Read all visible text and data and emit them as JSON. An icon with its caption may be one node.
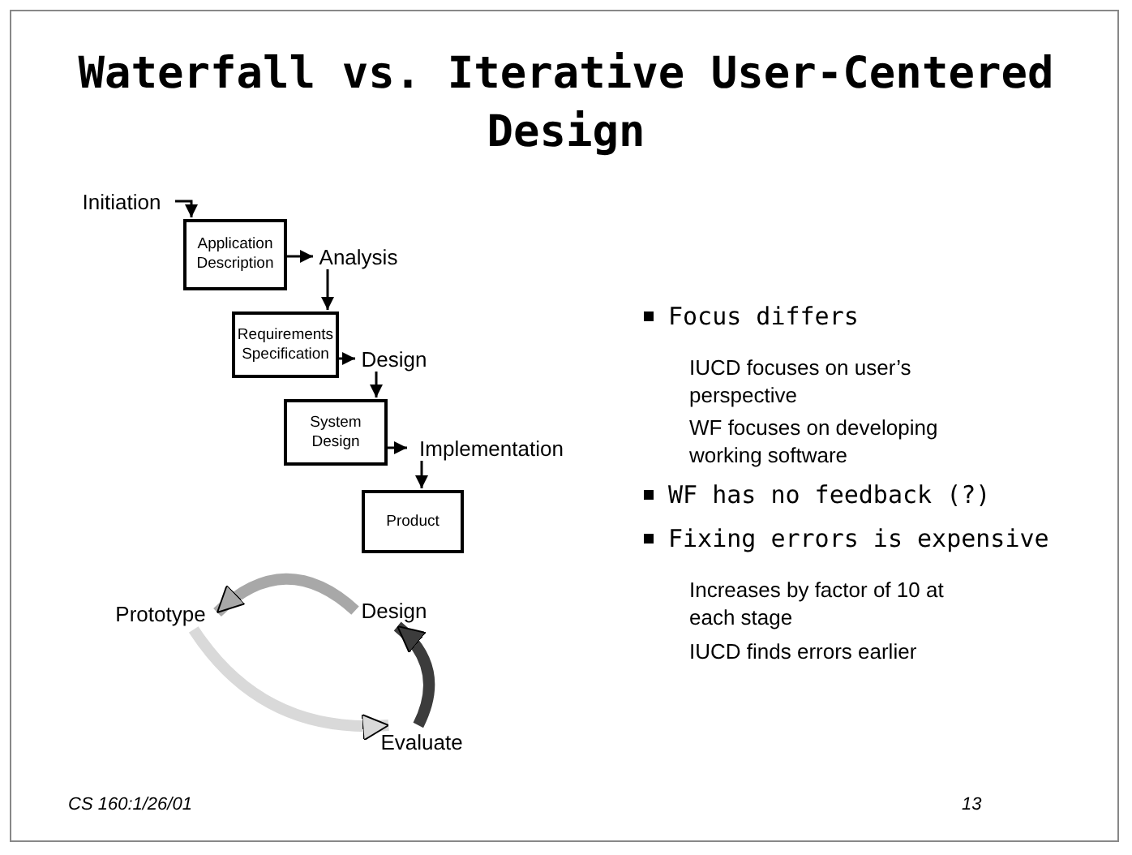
{
  "diagram": {
    "title": "Waterfall vs. Iterative User-Centered Design",
    "nodes": [
      {
        "text": [
          "Initiation"
        ]
      },
      {
        "text": [
          "Application Description"
        ]
      },
      {
        "text": [
          "Analysis"
        ]
      },
      {
        "text": [
          "Requirements Specification"
        ]
      },
      {
        "text": [
          "Design"
        ]
      },
      {
        "text": [
          "System Design"
        ]
      },
      {
        "text": [
          "Implementation"
        ]
      },
      {
        "text": [
          "Product"
        ]
      },
      {
        "text": [
          "Prototype"
        ]
      },
      {
        "text": [
          "Design"
        ]
      },
      {
        "text": [
          "Evaluate"
        ]
      }
    ],
    "edges": [
      {
        "from": 0,
        "to": 1,
        "arrow": "to"
      },
      {
        "from": 1,
        "to": 2,
        "arrow": "to"
      },
      {
        "from": 2,
        "to": 3,
        "arrow": "to"
      },
      {
        "from": 3,
        "to": 4,
        "arrow": "to"
      },
      {
        "from": 4,
        "to": 5,
        "arrow": "to"
      },
      {
        "from": 5,
        "to": 6,
        "arrow": "to"
      },
      {
        "from": 6,
        "to": 7,
        "arrow": "to"
      },
      {
        "from": 9,
        "to": 8,
        "arrow": "to",
        "style": "thick",
        "color": "#a8a8a8"
      },
      {
        "from": 8,
        "to": 10,
        "arrow": "to",
        "style": "thick",
        "color": "#d9d9d9"
      },
      {
        "from": 10,
        "to": 9,
        "arrow": "to",
        "style": "thick",
        "color": "#3c3c3c"
      }
    ],
    "labels": [
      "Focus differs",
      "IUCD focuses on user’s perspective",
      "WF focuses on developing working software",
      "WF has no feedback (?)",
      "Fixing errors is expensive",
      "Increases by factor of 10 at each stage",
      "IUCD finds errors earlier",
      "CS 160:1/26/01",
      "13"
    ]
  }
}
